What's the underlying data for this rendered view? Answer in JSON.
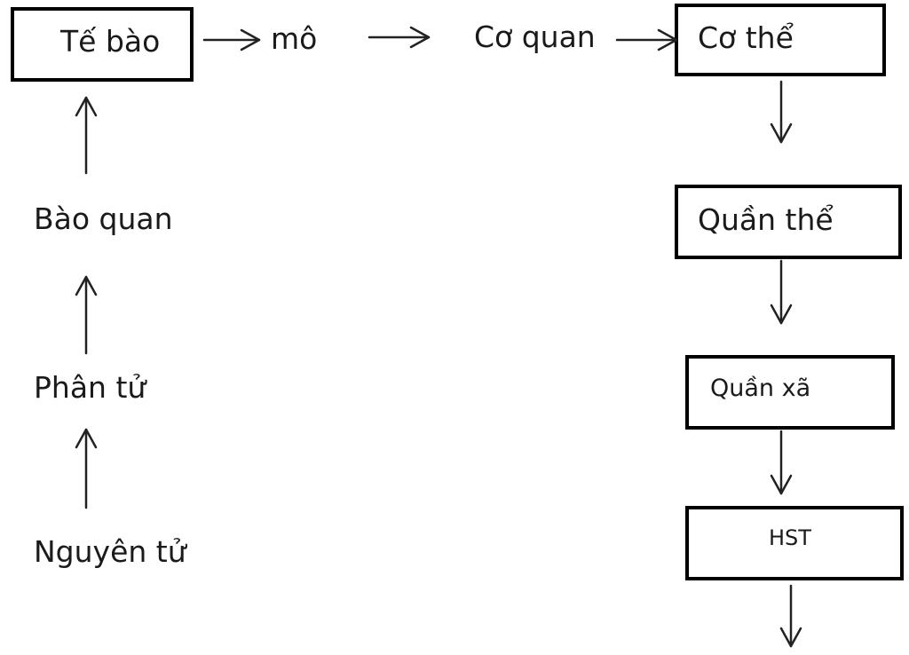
{
  "nodes": {
    "te_bao": "Tế bào",
    "mo": "mô",
    "co_quan": "Cơ quan",
    "co_the": "Cơ thể",
    "quan_the": "Quần thể",
    "quan_xa": "Quần xã",
    "hst": "HST",
    "bao_quan": "Bào quan",
    "phan_tu": "Phân tử",
    "nguyen_tu": "Nguyên tử"
  }
}
